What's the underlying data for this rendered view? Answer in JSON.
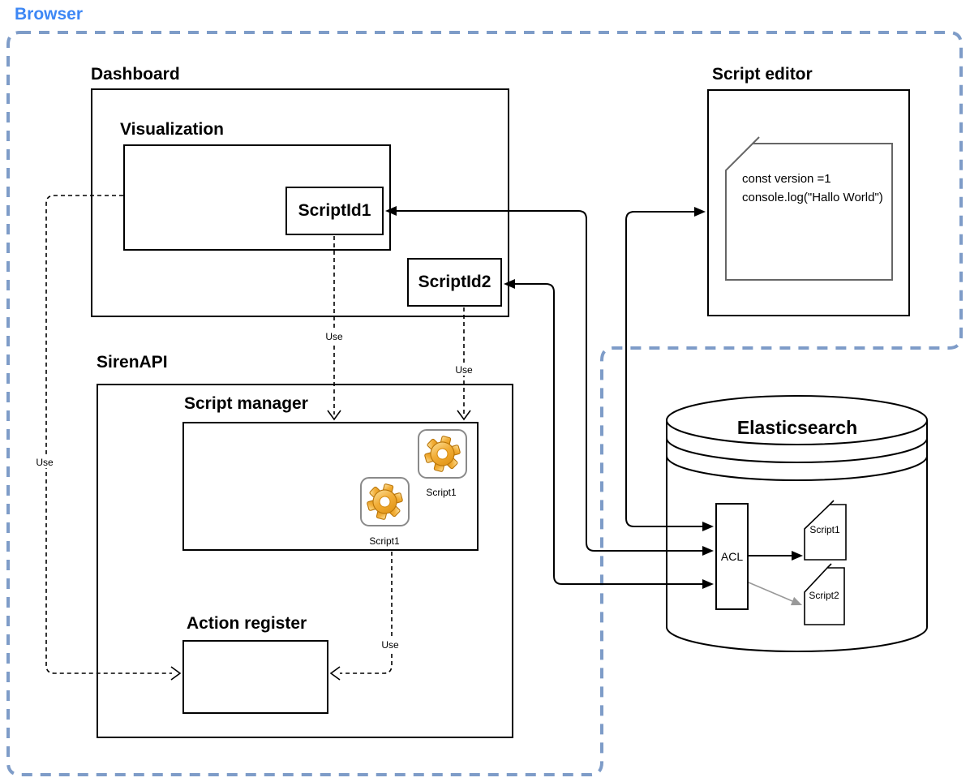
{
  "browser": {
    "label": "Browser"
  },
  "dashboard": {
    "title": "Dashboard",
    "visualization": {
      "title": "Visualization",
      "script_id1_label": "ScriptId1"
    },
    "script_id2_label": "ScriptId2"
  },
  "script_editor": {
    "title": "Script editor",
    "code": {
      "line1": "const version =1",
      "line2": "console.log(\"Hallo World\")"
    }
  },
  "siren_api": {
    "title": "SirenAPI",
    "script_manager": {
      "title": "Script manager",
      "gear_items": [
        {
          "label": "Script1"
        },
        {
          "label": "Script1"
        }
      ]
    },
    "action_register": {
      "title": "Action register"
    }
  },
  "elasticsearch": {
    "title": "Elasticsearch",
    "acl_label": "ACL",
    "scripts": [
      {
        "label": "Script1"
      },
      {
        "label": "Script2"
      }
    ]
  },
  "connector_labels": {
    "use_scriptid1_to_manager": "Use",
    "use_scriptid2_to_manager": "Use",
    "use_visualization_to_action_register": "Use",
    "use_manager_to_action_register": "Use"
  },
  "colors": {
    "browser_text": "#3d87f5",
    "browser_boundary": "#7e9cc8",
    "line": "#000000",
    "gray_line": "#999999",
    "gear_orange": "#f2a93c"
  }
}
